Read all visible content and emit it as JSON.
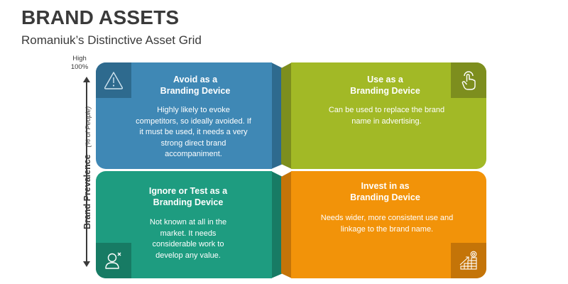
{
  "header": {
    "title": "BRAND ASSETS",
    "subtitle": "Romaniuk’s Distinctive Asset Grid"
  },
  "axis": {
    "top_label_line1": "High",
    "top_label_line2": "100%",
    "label_main": "Brand Prevalence",
    "label_sub": "(% of People)"
  },
  "quadrants": [
    {
      "position": "top-left",
      "title_line1": "Avoid as a",
      "title_line2": "Branding Device",
      "body": "Highly likely to evoke competitors, so ideally avoided. If it must be used, it needs a very strong direct brand accompaniment.",
      "icon": "warning-triangle-icon",
      "color": "#3f88b5",
      "dark_color": "#2e6a8e"
    },
    {
      "position": "top-right",
      "title_line1": "Use as a",
      "title_line2": "Branding Device",
      "body": "Can be used to replace the brand name in advertising.",
      "icon": "tap-hand-icon",
      "color": "#a2b926",
      "dark_color": "#7d8e1e"
    },
    {
      "position": "bottom-left",
      "title_line1": "Ignore or Test as a",
      "title_line2": "Branding Device",
      "body": "Not known at all in the market. It needs considerable work to develop any value.",
      "icon": "user-remove-icon",
      "color": "#1e9c80",
      "dark_color": "#177b64"
    },
    {
      "position": "bottom-right",
      "title_line1": "Invest in as",
      "title_line2": "Branding Device",
      "body": "Needs wider, more consistent use and linkage to the brand name.",
      "icon": "growth-chart-coin-icon",
      "color": "#f29309",
      "dark_color": "#c47408"
    }
  ]
}
